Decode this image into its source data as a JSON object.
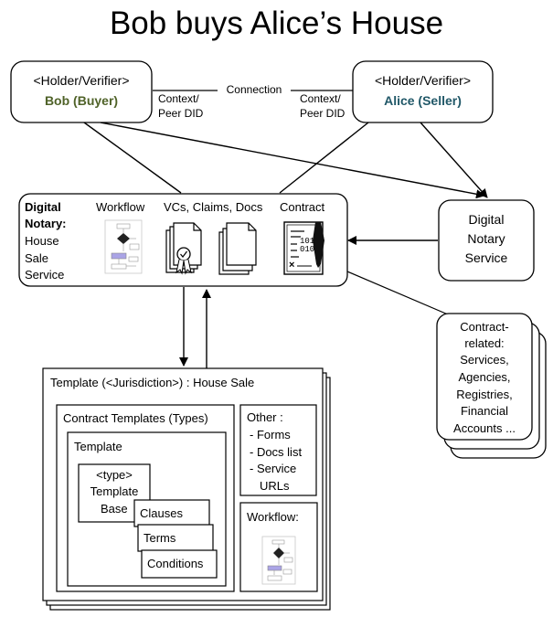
{
  "title": "Bob buys Alice’s House",
  "bob": {
    "role": "<Holder/Verifier>",
    "name": "Bob (Buyer)",
    "name_color": "#4f6228"
  },
  "alice": {
    "role": "<Holder/Verifier>",
    "name": "Alice (Seller)",
    "name_color": "#215868"
  },
  "connection": {
    "label": "Connection",
    "bob_side": [
      "Context/",
      "Peer DID"
    ],
    "alice_side": [
      "Context/",
      "Peer DID"
    ]
  },
  "digital_notary": {
    "title_lines": [
      "Digital",
      "Notary:"
    ],
    "sub_lines": [
      "House",
      "Sale",
      "Service"
    ],
    "workflow_label": "Workflow",
    "vcs_label": "VCs, Claims, Docs",
    "contract_label": "Contract",
    "contract_icon_text": [
      "101",
      "010"
    ],
    "contract_icon_x": "×"
  },
  "notary_service": {
    "lines": [
      "Digital",
      "Notary",
      "Service"
    ]
  },
  "contract_related": {
    "lines": [
      "Contract-",
      "related:",
      "Services,",
      "Agencies,",
      "Registries,",
      "Financial",
      "Accounts ..."
    ]
  },
  "template": {
    "title": "Template (<Jurisdiction>) : House Sale",
    "contract_templates_title": "Contract Templates (Types)",
    "template_label": "Template",
    "type_base": [
      "<type>",
      "Template",
      "Base"
    ],
    "clauses": "Clauses",
    "terms": "Terms",
    "conditions": "Conditions",
    "other_title": "Other :",
    "other_items": [
      "- Forms",
      "- Docs list",
      "- Service",
      "URLs"
    ],
    "workflow_label": "Workflow:"
  }
}
